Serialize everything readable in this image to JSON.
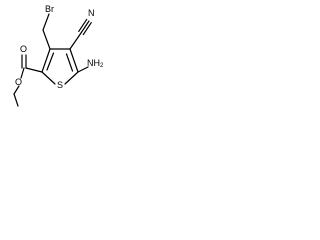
{
  "molecule": {
    "labels": {
      "bromine": "Br",
      "cyano_n": "N",
      "amino": "NH",
      "amino_sub": "2",
      "sulfur": "S",
      "carbonyl_o": "O",
      "ester_o": "O"
    },
    "colors": {
      "bond": "#000000",
      "text": "#000000",
      "background": "#ffffff"
    }
  }
}
